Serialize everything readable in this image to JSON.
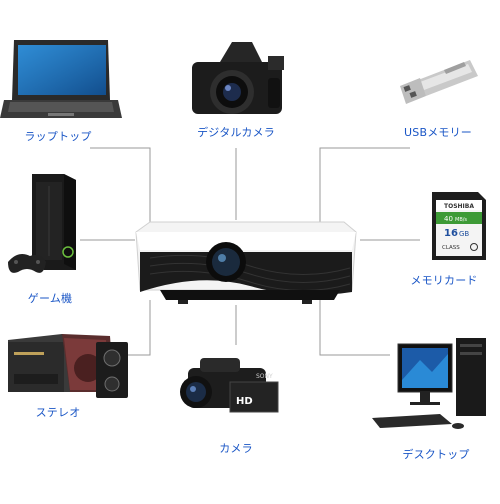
{
  "devices": {
    "laptop": "ラップトップ",
    "camera_digital": "デジタルカメラ",
    "usb": "USBメモリー",
    "game": "ゲーム機",
    "card": "メモリカード",
    "stereo": "ステレオ",
    "camcorder": "カメラ",
    "desktop": "デスクトップ"
  },
  "sdcard": {
    "brand": "TOSHIBA",
    "capacity": "16",
    "capacity_unit": "GB",
    "speed": "40",
    "speed_unit": "MB/s",
    "class_label": "CLASS"
  },
  "camcorder": {
    "brand": "SONY",
    "badge": "HD"
  },
  "colors": {
    "label": "#1a56c6",
    "line": "#9a9a9a",
    "projector_body": "#ffffff",
    "projector_base": "#1b1b1b"
  }
}
